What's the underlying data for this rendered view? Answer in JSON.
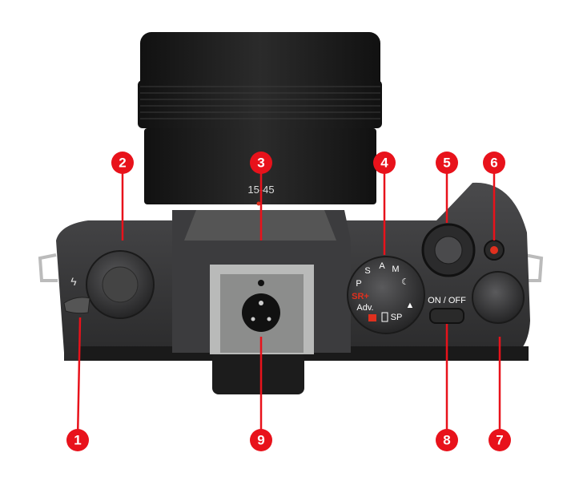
{
  "lens": {
    "focal_range": "15-45"
  },
  "mode_dial": {
    "labels": [
      "P",
      "S",
      "A",
      "M",
      "SR+",
      "Adv.",
      "SP"
    ],
    "accent_color": "#e0301e"
  },
  "power_switch": {
    "label": "ON / OFF"
  },
  "callouts": {
    "color": "#e8121b",
    "items": [
      {
        "number": "1"
      },
      {
        "number": "2"
      },
      {
        "number": "3"
      },
      {
        "number": "4"
      },
      {
        "number": "5"
      },
      {
        "number": "6"
      },
      {
        "number": "7"
      },
      {
        "number": "8"
      },
      {
        "number": "9"
      }
    ]
  }
}
